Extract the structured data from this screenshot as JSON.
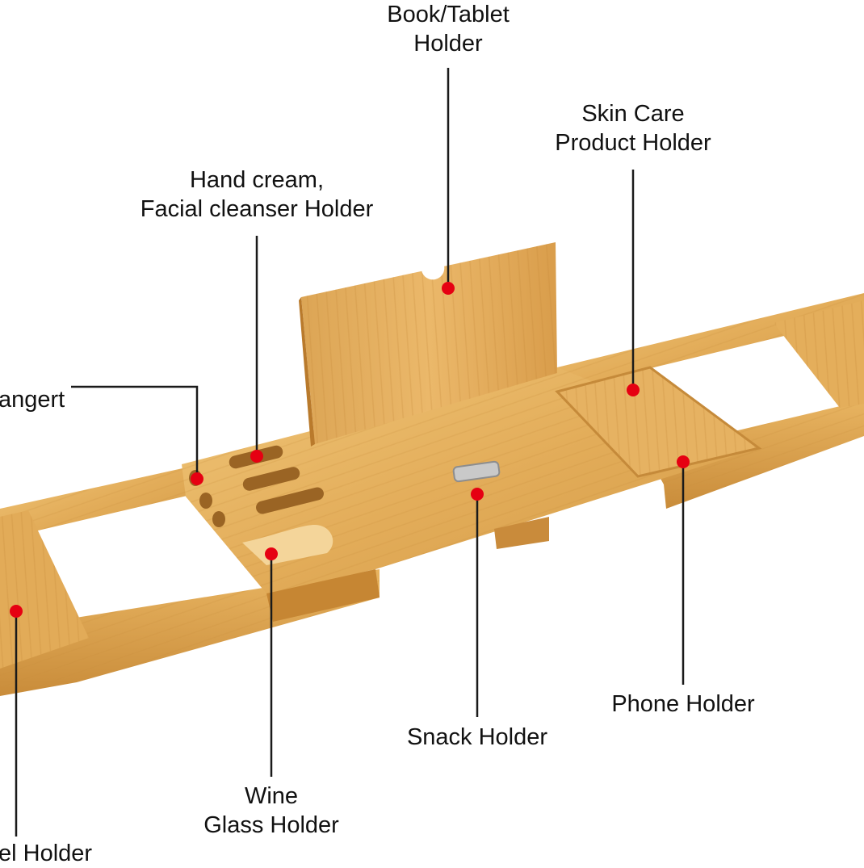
{
  "colors": {
    "background": "#ffffff",
    "text": "#111111",
    "leader_line": "#1a1a1a",
    "marker_dot": "#e60012",
    "bamboo_light": "#e9b96a",
    "bamboo_mid": "#d9a04c",
    "bamboo_dark": "#b97a2c"
  },
  "labels": {
    "book_tablet": [
      "Book/Tablet",
      "Holder"
    ],
    "skin_care": [
      "Skin Care",
      "Product Holder"
    ],
    "hand_cream": [
      "Hand cream,",
      "Facial cleanser Holder"
    ],
    "angert": [
      "angert"
    ],
    "snack": [
      "Snack Holder"
    ],
    "phone": [
      "Phone Holder"
    ],
    "wine": [
      "Wine",
      "Glass Holder"
    ],
    "towel": [
      "el Holder"
    ]
  }
}
